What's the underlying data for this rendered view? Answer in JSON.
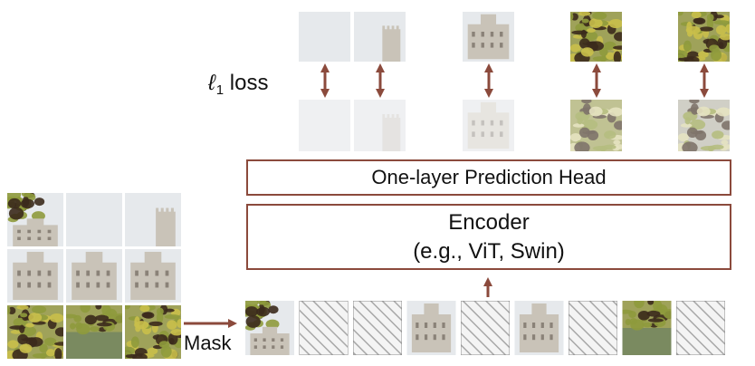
{
  "loss_label": {
    "ell": "ℓ",
    "subscript": "1",
    "word": "loss"
  },
  "prediction_head": {
    "label": "One-layer Prediction Head"
  },
  "encoder": {
    "title": "Encoder",
    "subtitle": "(e.g., ViT, Swin)"
  },
  "mask_label": "Mask",
  "colors": {
    "arrow": "#8b4a3c",
    "box_border": "#8b4a3c",
    "sky": "#e6e9ec",
    "castle": "#c9c3b8",
    "foliage_green": "#8e9a3c",
    "foliage_yellow": "#c9bf4a",
    "foliage_dark": "#3b2a1c",
    "masked_stripe": "#a8a8a8"
  },
  "input_grid": {
    "rows": 3,
    "cols": 3,
    "patches": [
      "tree-sky",
      "sky",
      "sky-tower",
      "castle-left",
      "castle-center",
      "castle-right",
      "foliage",
      "foliage-lawn",
      "foliage-dark"
    ]
  },
  "sequence": [
    "tree-sky",
    "masked",
    "masked",
    "castle-center",
    "masked",
    "castle-right",
    "masked",
    "foliage-lawn",
    "masked"
  ],
  "targets": [
    "sky",
    "sky-tower",
    "castle-left",
    "foliage",
    "foliage-dark"
  ],
  "predictions": [
    "sky-pale",
    "sky-tower-pale",
    "castle-pale",
    "foliage-pale",
    "foliage-gray"
  ]
}
